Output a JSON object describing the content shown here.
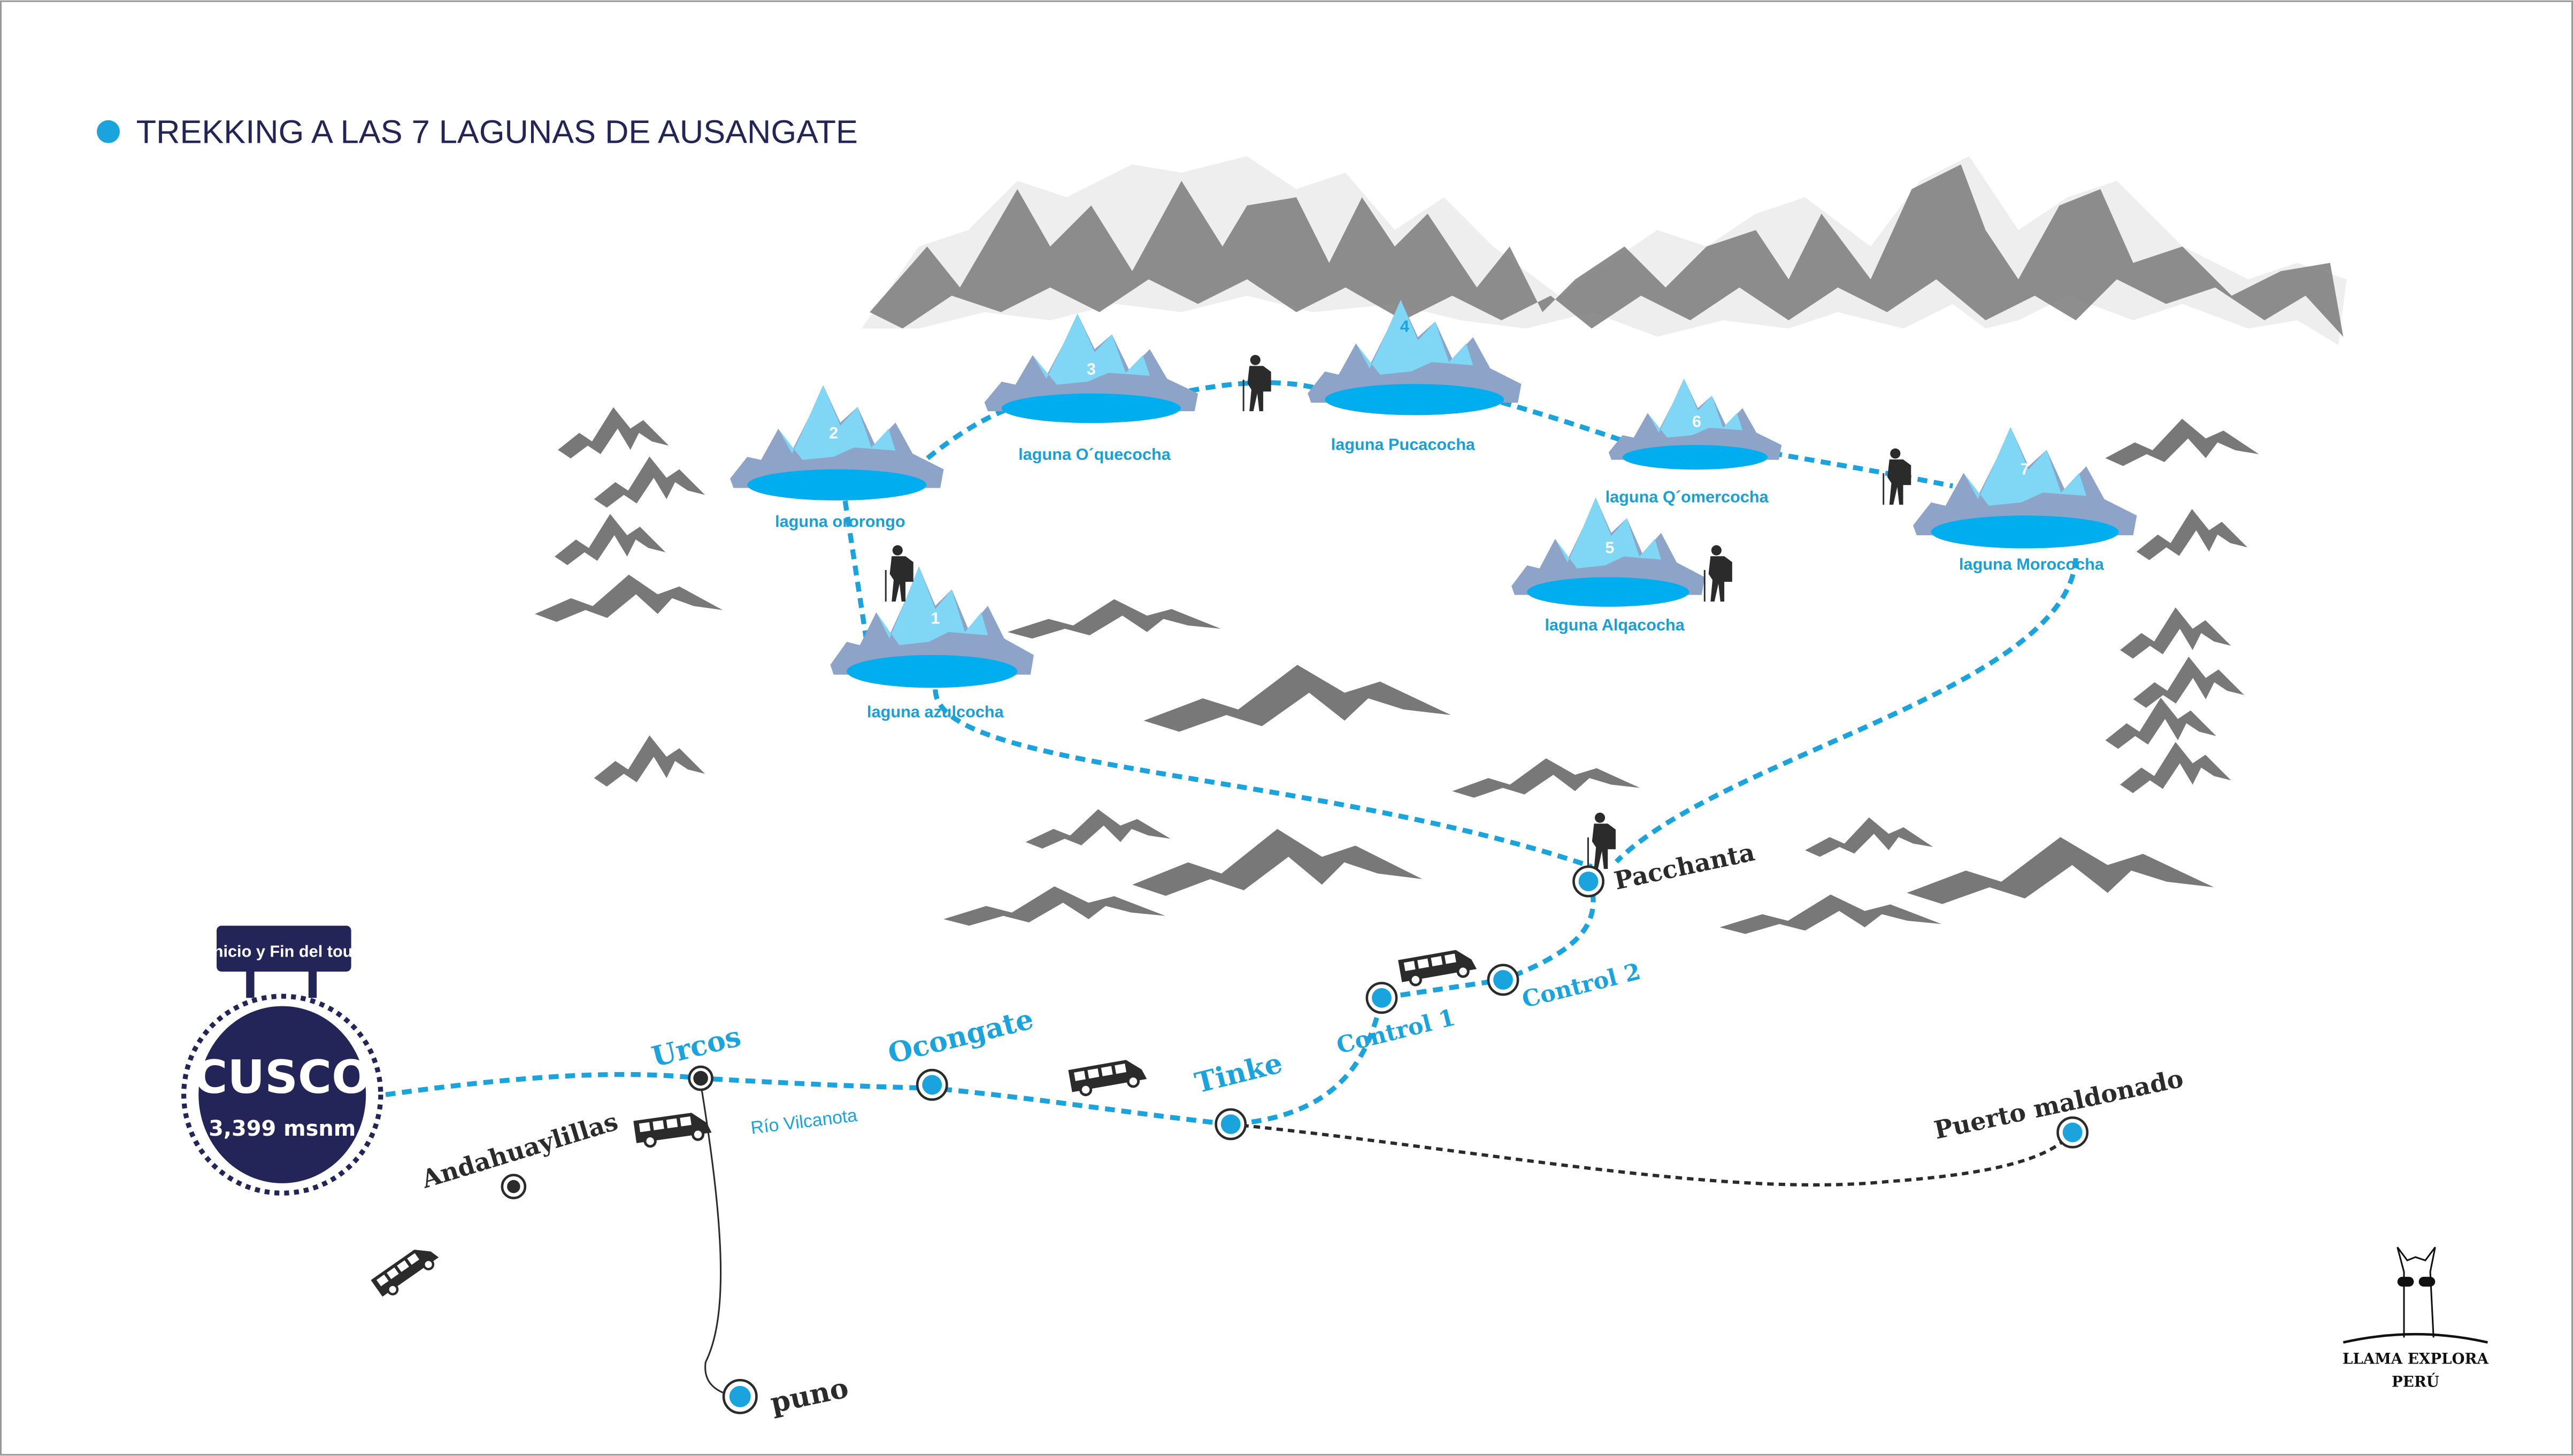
{
  "title": "TREKKING A LAS 7 LAGUNAS DE AUSANGATE",
  "colors": {
    "accent": "#1aa3dc",
    "navy": "#232559",
    "mountain": "#777777",
    "lake": "#00aeef"
  },
  "lakes": [
    {
      "number": "1",
      "label": "laguna azulcocha"
    },
    {
      "number": "2",
      "label": "laguna ororongo"
    },
    {
      "number": "3",
      "label": "laguna O´quecocha"
    },
    {
      "number": "4",
      "label": "laguna Pucacocha"
    },
    {
      "number": "5",
      "label": "laguna Alqacocha"
    },
    {
      "number": "6",
      "label": "laguna Q´omercocha"
    },
    {
      "number": "7",
      "label": "laguna Morococha"
    }
  ],
  "start": {
    "sign": "Inicio y Fin del tour",
    "city": "CUSCO",
    "altitude": "3,399 msnm"
  },
  "stops": {
    "urcos": "Urcos",
    "ocongate": "Ocongate",
    "tinke": "Tinke",
    "control1": "Control 1",
    "control2": "Control 2",
    "pacchanta": "Pacchanta",
    "andahuaylillas": "Andahuaylillas",
    "puerto_maldonado": "Puerto maldonado",
    "puno": "puno"
  },
  "river": "Río Vilcanota",
  "logo": {
    "line1": "LLAMA EXPLORA",
    "line2": "PERÚ"
  }
}
